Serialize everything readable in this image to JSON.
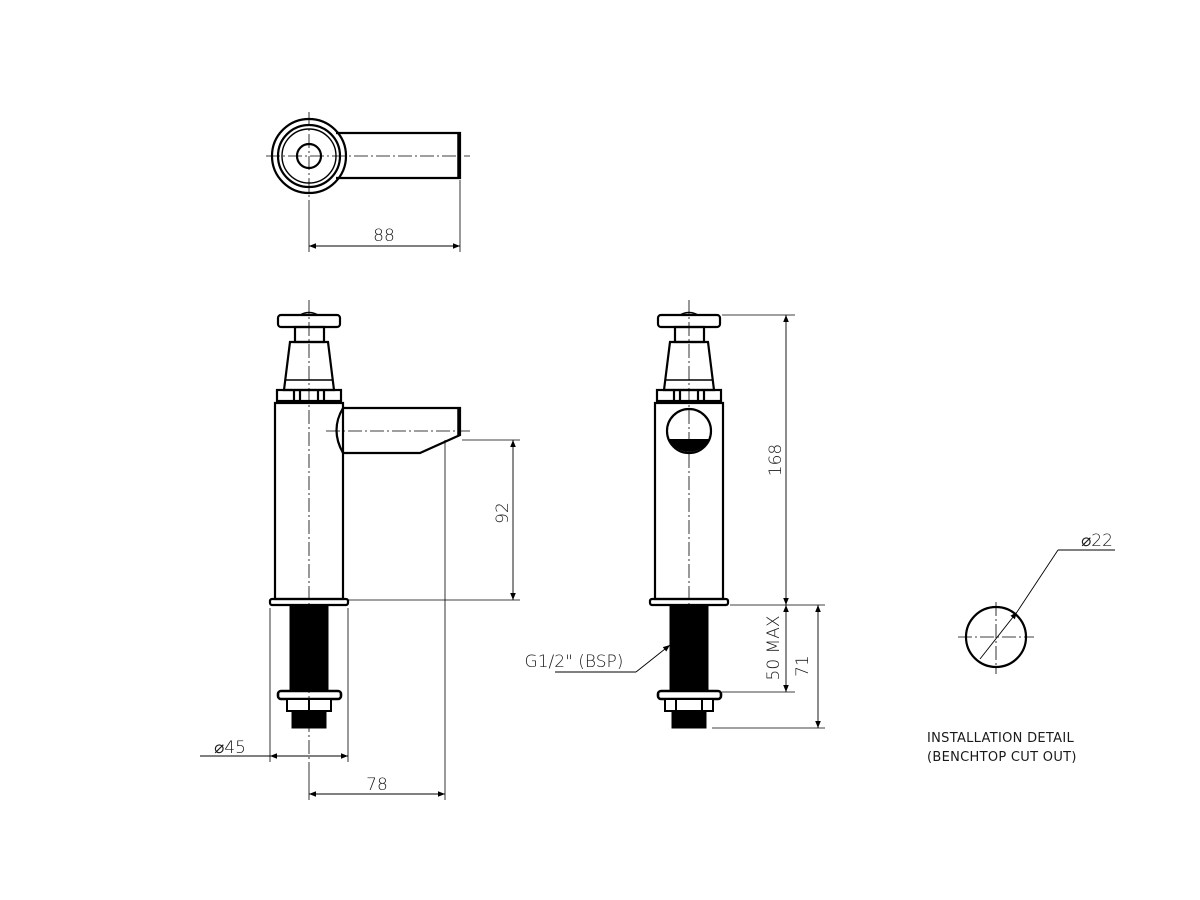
{
  "drawing": {
    "title": "Basin tap technical drawing",
    "line_color": "#000000",
    "background": "#ffffff"
  },
  "top_view": {
    "dimension_length": "88"
  },
  "side_view": {
    "dimension_spout_height": "92",
    "dimension_base_diameter": "⌀45",
    "dimension_spout_reach": "78"
  },
  "front_view": {
    "dimension_total_height": "168",
    "dimension_max_bench_thickness": "50 MAX",
    "dimension_shank_length": "71",
    "thread_callout": "G1/2\" (BSP)"
  },
  "installation_detail": {
    "dimension_hole_diameter": "⌀22",
    "caption_line1": "INSTALLATION DETAIL",
    "caption_line2": "(BENCHTOP CUT OUT)"
  }
}
